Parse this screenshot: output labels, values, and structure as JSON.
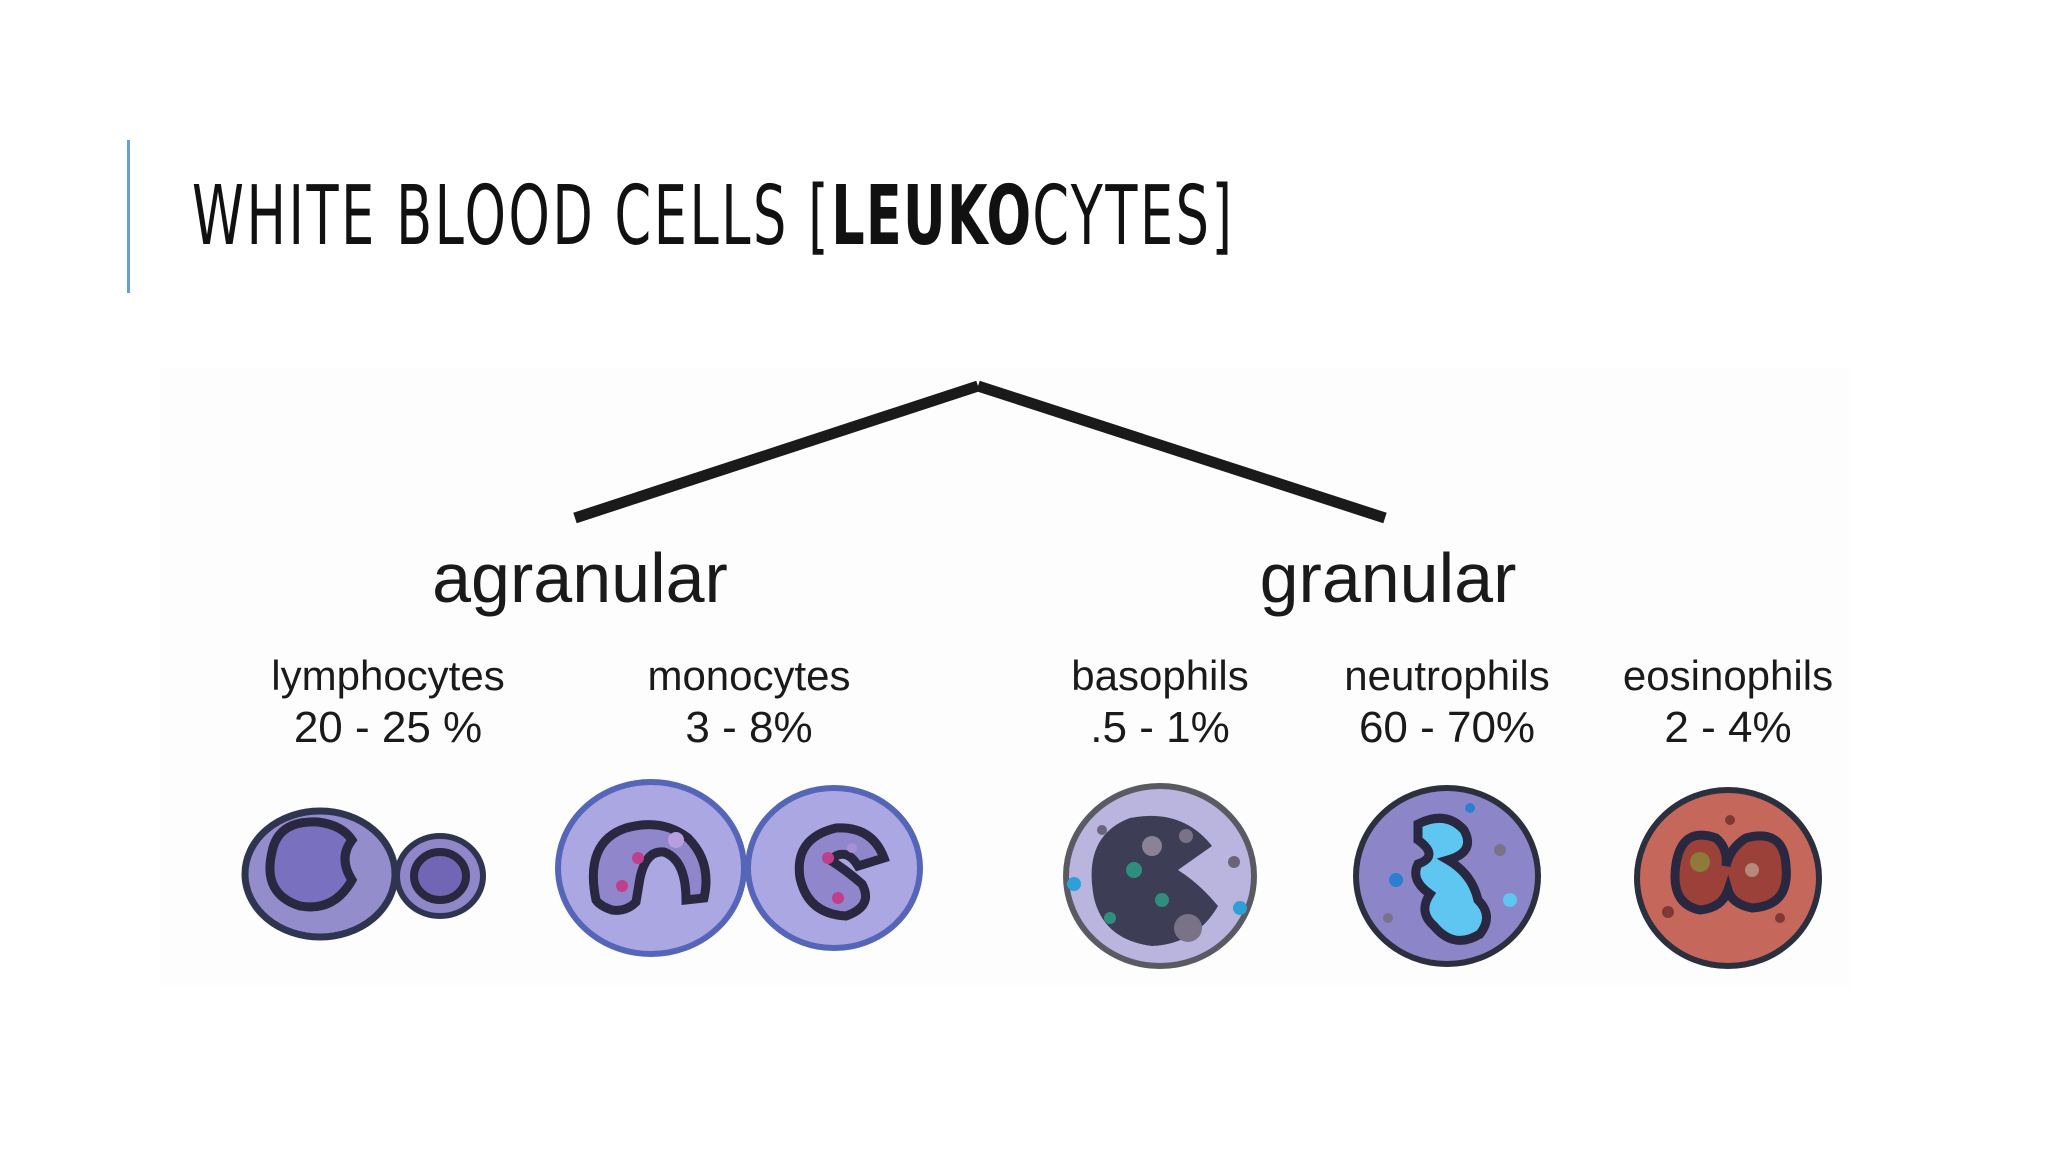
{
  "slide": {
    "title_part1": "WHITE BLOOD CELLS [",
    "title_bold": "LEUKO",
    "title_part2": "CYTES]"
  },
  "diagram": {
    "groups": [
      {
        "label": "agranular"
      },
      {
        "label": "granular"
      }
    ],
    "cells": [
      {
        "name": "lymphocytes",
        "percentage": "20 - 25 %",
        "icon": "lymphocyte-icon"
      },
      {
        "name": "monocytes",
        "percentage": "3 - 8%",
        "icon": "monocyte-icon"
      },
      {
        "name": "basophils",
        "percentage": ".5 - 1%",
        "icon": "basophil-icon"
      },
      {
        "name": "neutrophils",
        "percentage": "60 - 70%",
        "icon": "neutrophil-icon"
      },
      {
        "name": "eosinophils",
        "percentage": "2 - 4%",
        "icon": "eosinophil-icon"
      }
    ],
    "colors": {
      "accent_bar": "#6d9bd3",
      "lymphocyte_membrane": "#8f88c8",
      "lymphocyte_nucleus": "#7a6fbf",
      "monocyte_membrane": "#a7a4e0",
      "monocyte_nucleus": "#8e86cc",
      "basophil_membrane": "#b7b3de",
      "basophil_nucleus": "#3b3c52",
      "neutrophil_membrane": "#8a84c6",
      "neutrophil_granules": "#5ec8f0",
      "eosinophil_membrane": "#c9655a",
      "eosinophil_nucleus": "#9b3f3a"
    }
  }
}
